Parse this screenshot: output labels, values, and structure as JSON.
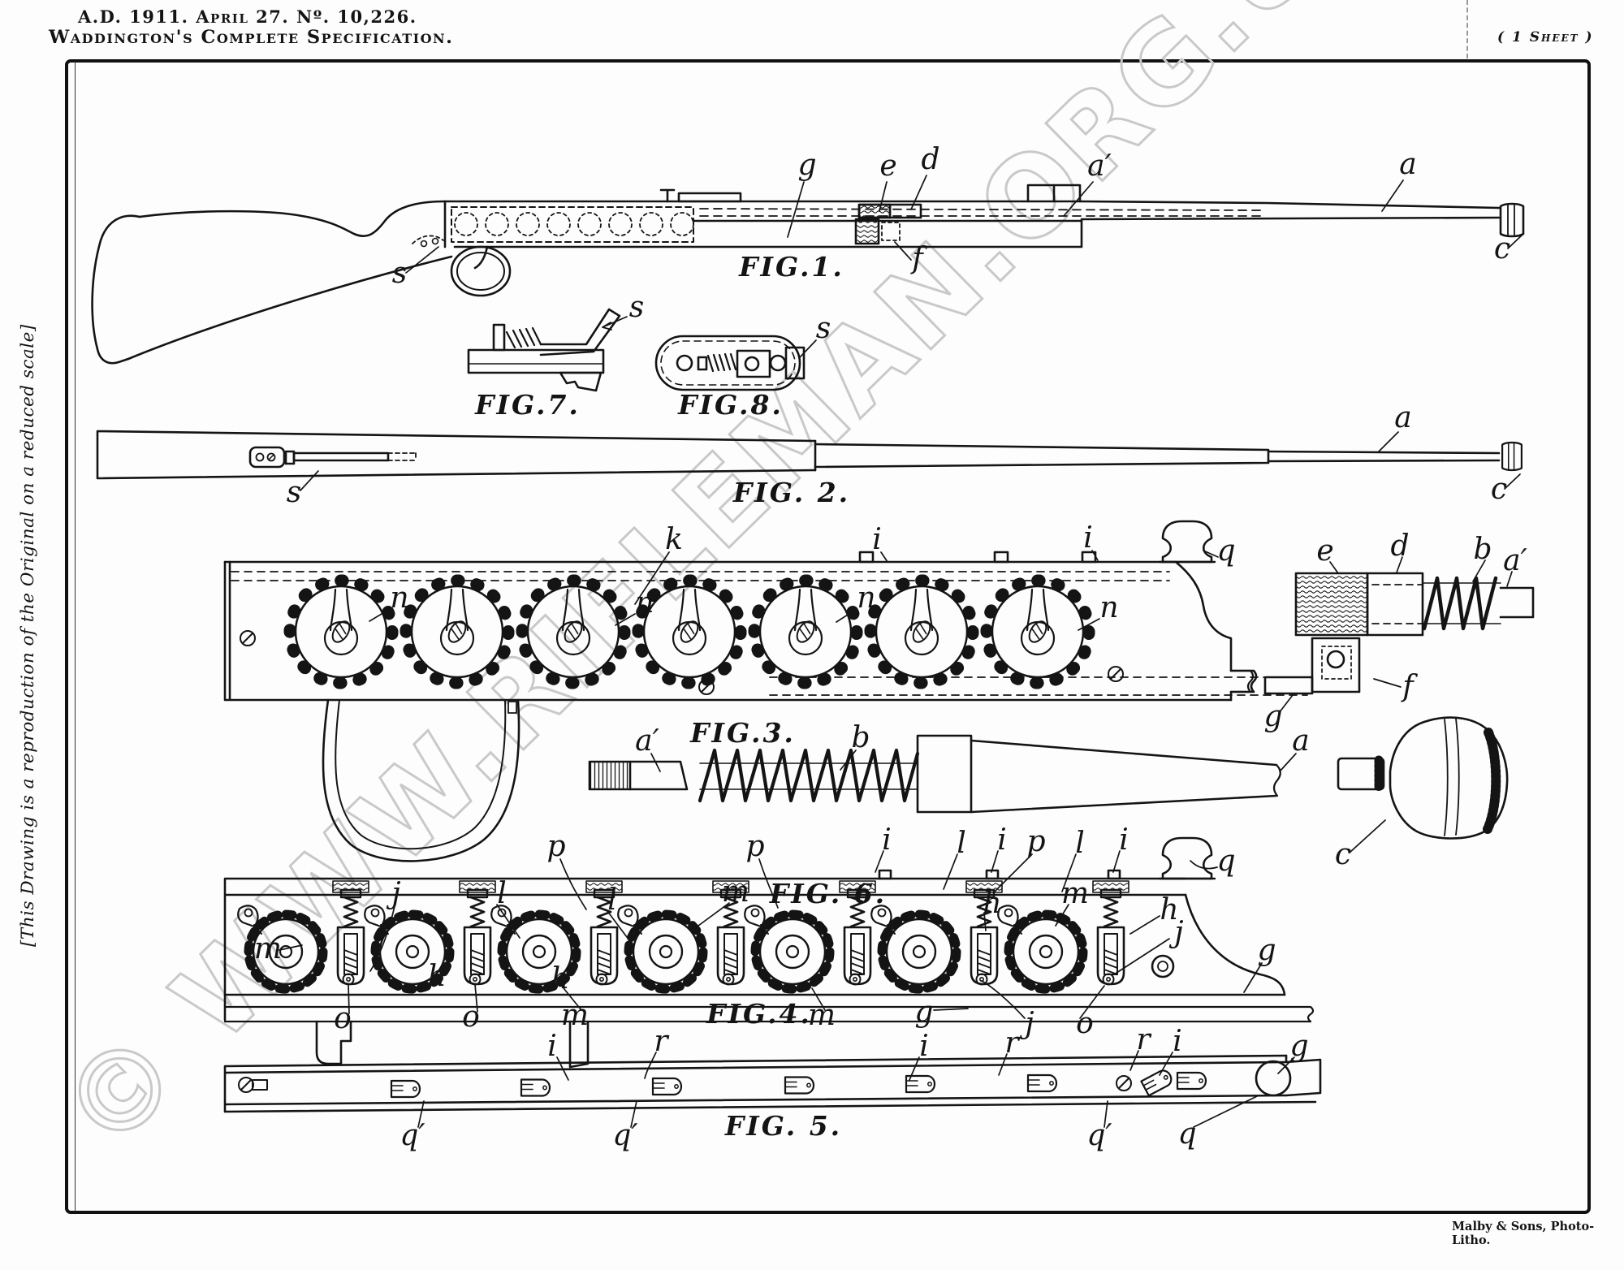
{
  "page": {
    "header_line1": "A.D. 1911. April 27. Nº. 10,226.",
    "header_line2": "Waddington's Complete Specification.",
    "sheet_note": "( 1 Sheet )",
    "side_note": "[This Drawing is a reproduction of the Original on a reduced scale]",
    "watermark": "© WWW.RIFLEMAN.ORG.UK",
    "printer_credit": "Malby & Sons, Photo-Litho."
  },
  "figures": {
    "fig1": {
      "title": "FIG.1.",
      "par{": "",
      "parts": {
        "s": "s",
        "g": "g",
        "e": "e",
        "d": "d",
        "f": "f",
        "a_prime": "a′",
        "a": "a",
        "c": "c"
      }
    },
    "fig2": {
      "title": "FIG. 2.",
      "parts": {
        "s": "s",
        "a": "a",
        "c": "c"
      }
    },
    "fig3": {
      "title": "FIG.3.",
      "parts": {
        "k": "k",
        "i": "i",
        "n": "n",
        "q": "q",
        "e": "e",
        "d": "d",
        "b": "b",
        "a_prime": "a′",
        "f": "f",
        "g": "g"
      }
    },
    "fig4": {
      "title": "FIG.4.",
      "parts": {
        "p": "p",
        "l": "l",
        "i": "i",
        "q": "q",
        "m": "m",
        "h": "h",
        "j": "j",
        "o": "o",
        "g": "g"
      }
    },
    "fig5": {
      "title": "FIG. 5.",
      "parts": {
        "i": "i",
        "r": "r",
        "g": "g",
        "q": "q",
        "q_prime": "q′"
      }
    },
    "fig6": {
      "title": "FIG. 6.",
      "parts": {
        "a_prime": "a′",
        "b": "b",
        "a": "a",
        "c": "c"
      }
    },
    "fig7": {
      "title": "FIG.7.",
      "parts": {
        "s": "s"
      }
    },
    "fig8": {
      "title": "FIG.8.",
      "parts": {
        "s": "s"
      }
    }
  }
}
